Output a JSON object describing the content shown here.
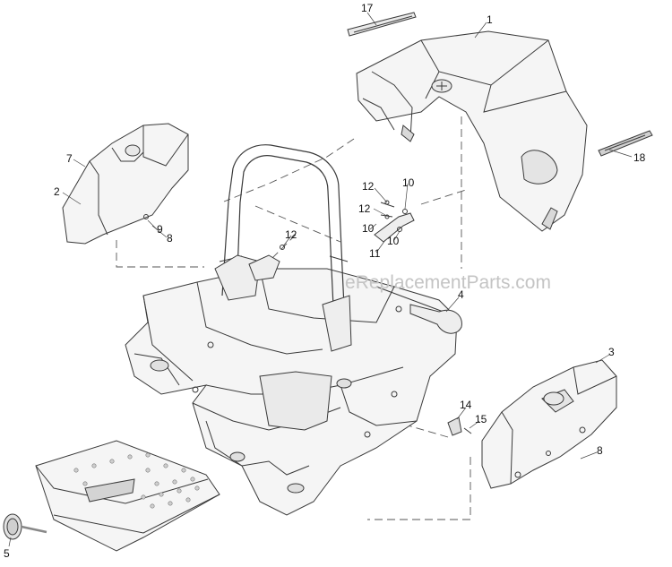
{
  "watermark": "eReplacementParts.com",
  "callouts": [
    "17",
    "1",
    "18",
    "7",
    "2",
    "9",
    "8",
    "12",
    "10",
    "12",
    "10",
    "10",
    "11",
    "12",
    "4",
    "3",
    "14",
    "15",
    "8",
    "5"
  ],
  "colors": {
    "line": "#3a3a3a",
    "fill": "#f5f5f5",
    "shade": "#d9d9d9",
    "dash": "#555555",
    "watermark": "#c4c4c4"
  }
}
